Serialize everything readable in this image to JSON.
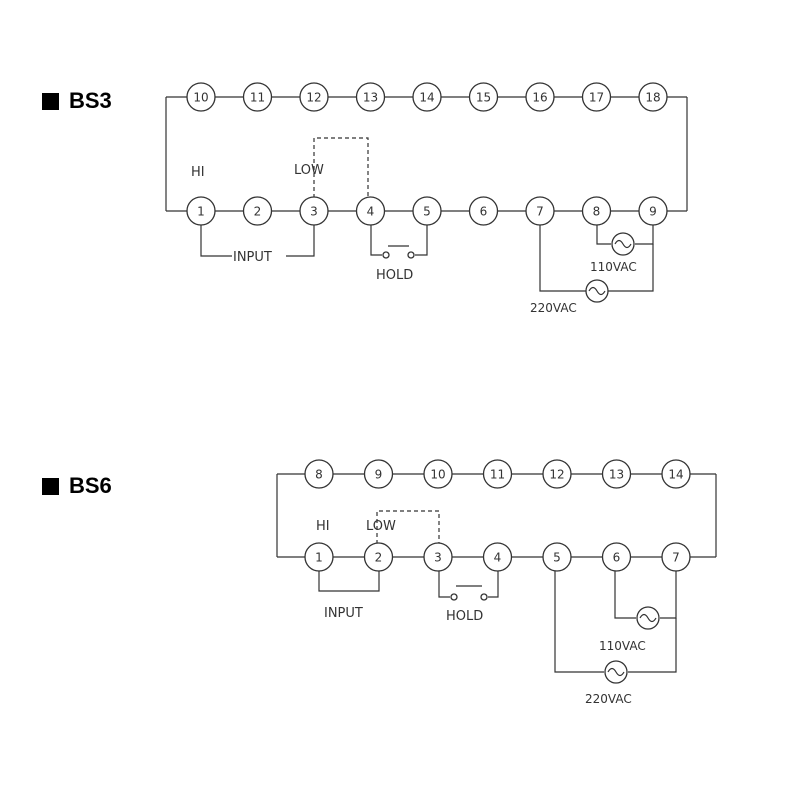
{
  "bs3": {
    "title": "BS3",
    "top_terminals": [
      "10",
      "11",
      "12",
      "13",
      "14",
      "15",
      "16",
      "17",
      "18"
    ],
    "bottom_terminals": [
      "1",
      "2",
      "3",
      "4",
      "5",
      "6",
      "7",
      "8",
      "9"
    ],
    "hi_label": "HI",
    "low_label": "LOW",
    "input_label": "INPUT",
    "hold_label": "HOLD",
    "v110_label": "110VAC",
    "v220_label": "220VAC"
  },
  "bs6": {
    "title": "BS6",
    "top_terminals": [
      "8",
      "9",
      "10",
      "11",
      "12",
      "13",
      "14"
    ],
    "bottom_terminals": [
      "1",
      "2",
      "3",
      "4",
      "5",
      "6",
      "7"
    ],
    "hi_label": "HI",
    "low_label": "LOW",
    "input_label": "INPUT",
    "hold_label": "HOLD",
    "v110_label": "110VAC",
    "v220_label": "220VAC"
  }
}
